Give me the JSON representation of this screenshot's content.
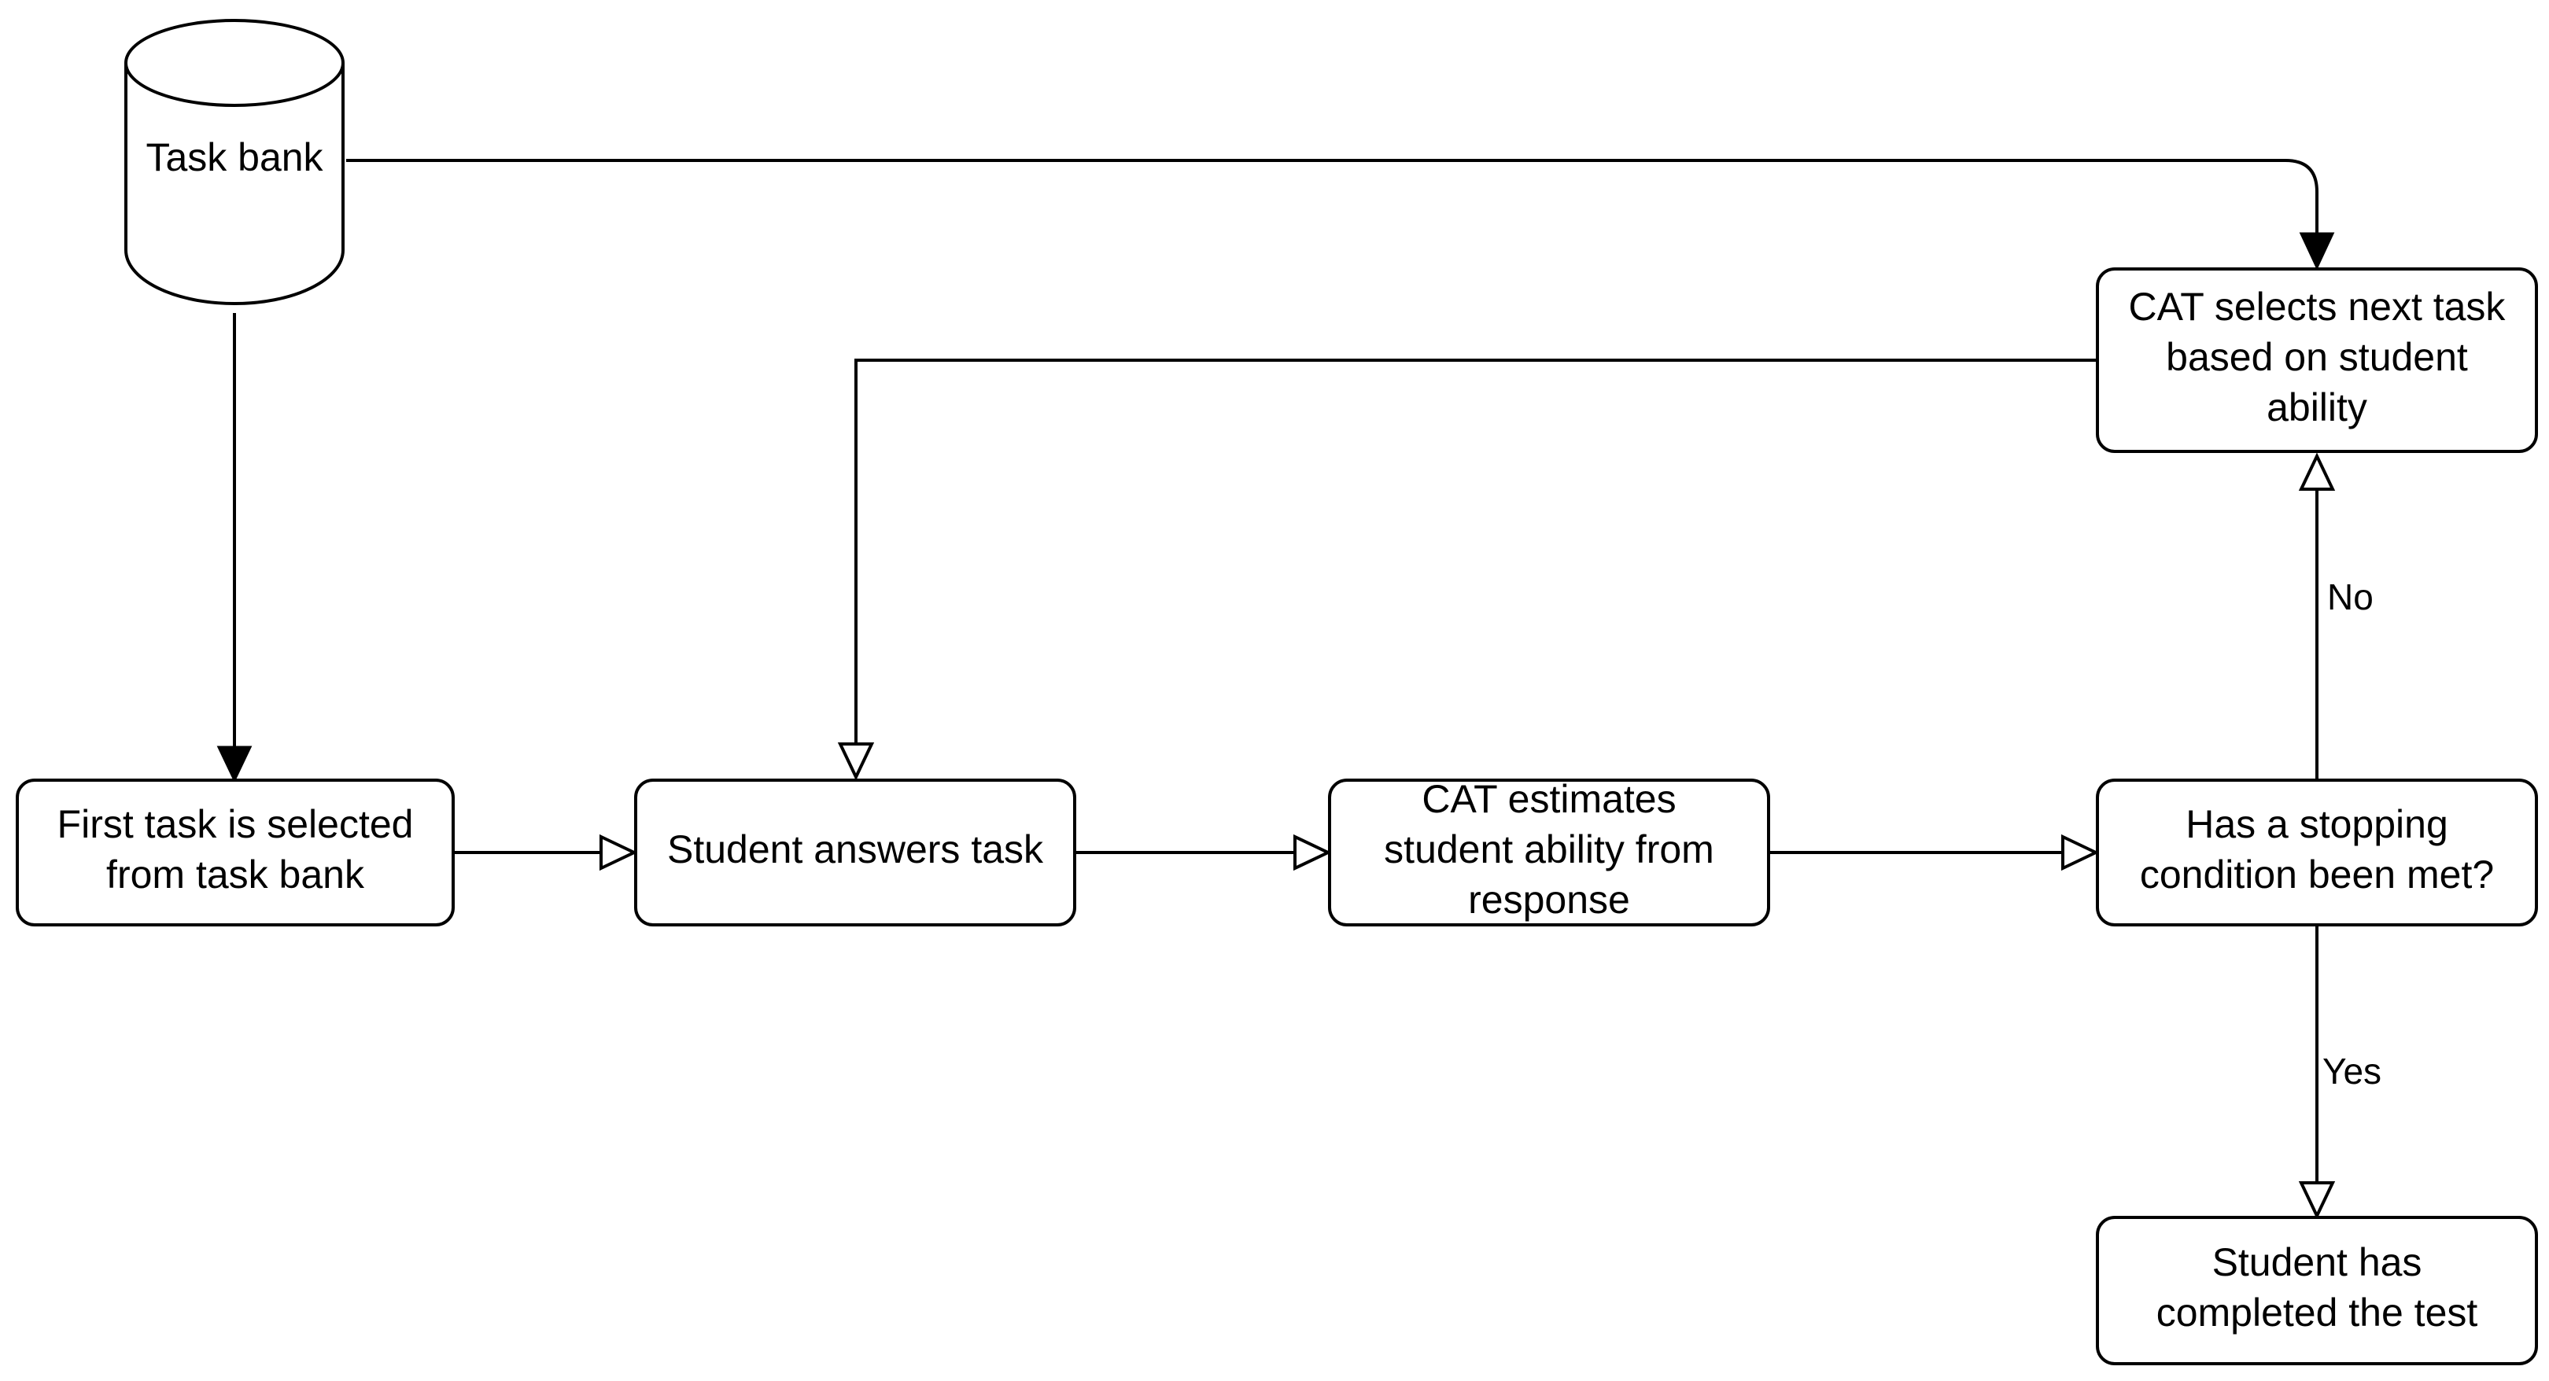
{
  "colors": {
    "stroke": "#000000",
    "fill": "#ffffff",
    "background": "#ffffff"
  },
  "nodes": {
    "task_bank": {
      "lines": [
        "Task bank"
      ]
    },
    "first_task": {
      "lines": [
        "First task is selected",
        "from task bank"
      ]
    },
    "student_answers": {
      "lines": [
        "Student answers task"
      ]
    },
    "cat_estimates": {
      "lines": [
        "CAT estimates",
        "student ability from",
        "response"
      ]
    },
    "stopping_condition": {
      "lines": [
        "Has a stopping",
        "condition been met?"
      ]
    },
    "cat_selects": {
      "lines": [
        "CAT selects next task",
        "based on student",
        "ability"
      ]
    },
    "completed": {
      "lines": [
        "Student has",
        "completed the test"
      ]
    }
  },
  "edges": {
    "no_label": "No",
    "yes_label": "Yes"
  }
}
